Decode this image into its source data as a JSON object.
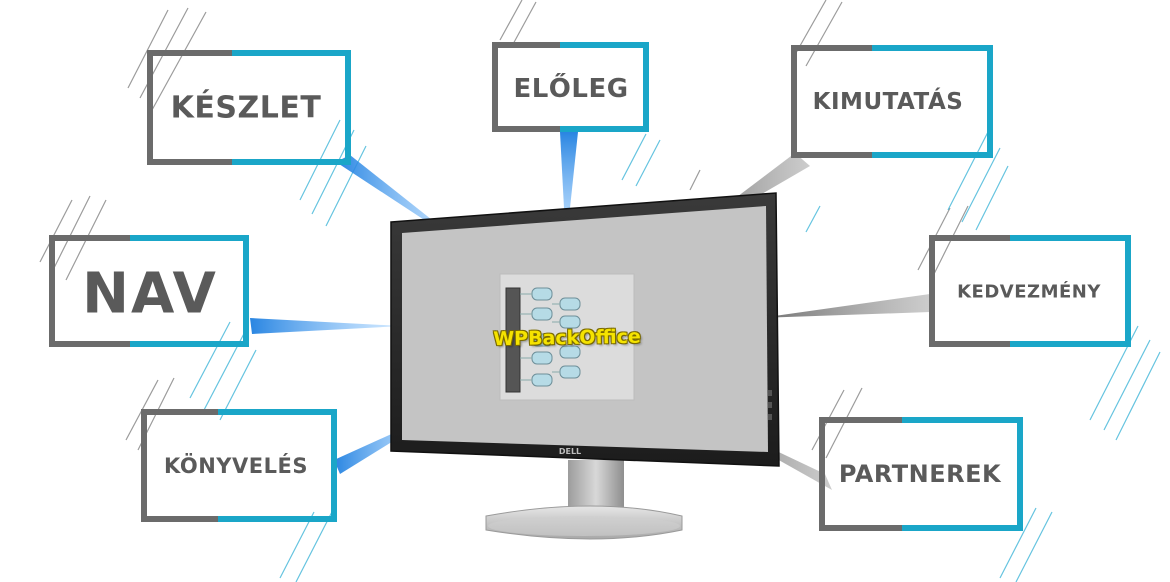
{
  "labels": {
    "keszlet": "KÉSZLET",
    "eloleg": "ELŐLEG",
    "kimutatas": "KIMUTATÁS",
    "nav": "NAV",
    "kedvezmeny": "KEDVEZMÉNY",
    "konyveles": "KÖNYVELÉS",
    "partnerek": "PARTNEREK"
  },
  "screen_logo": "WPBackOffice",
  "monitor_brand": "DELL",
  "colors": {
    "frame_gray": "#6b6b6b",
    "frame_blue": "#1aa6c8",
    "text_gray": "#5a5a5a",
    "logo_yellow": "#f5e300",
    "screen_gray": "#c4c4c4"
  }
}
